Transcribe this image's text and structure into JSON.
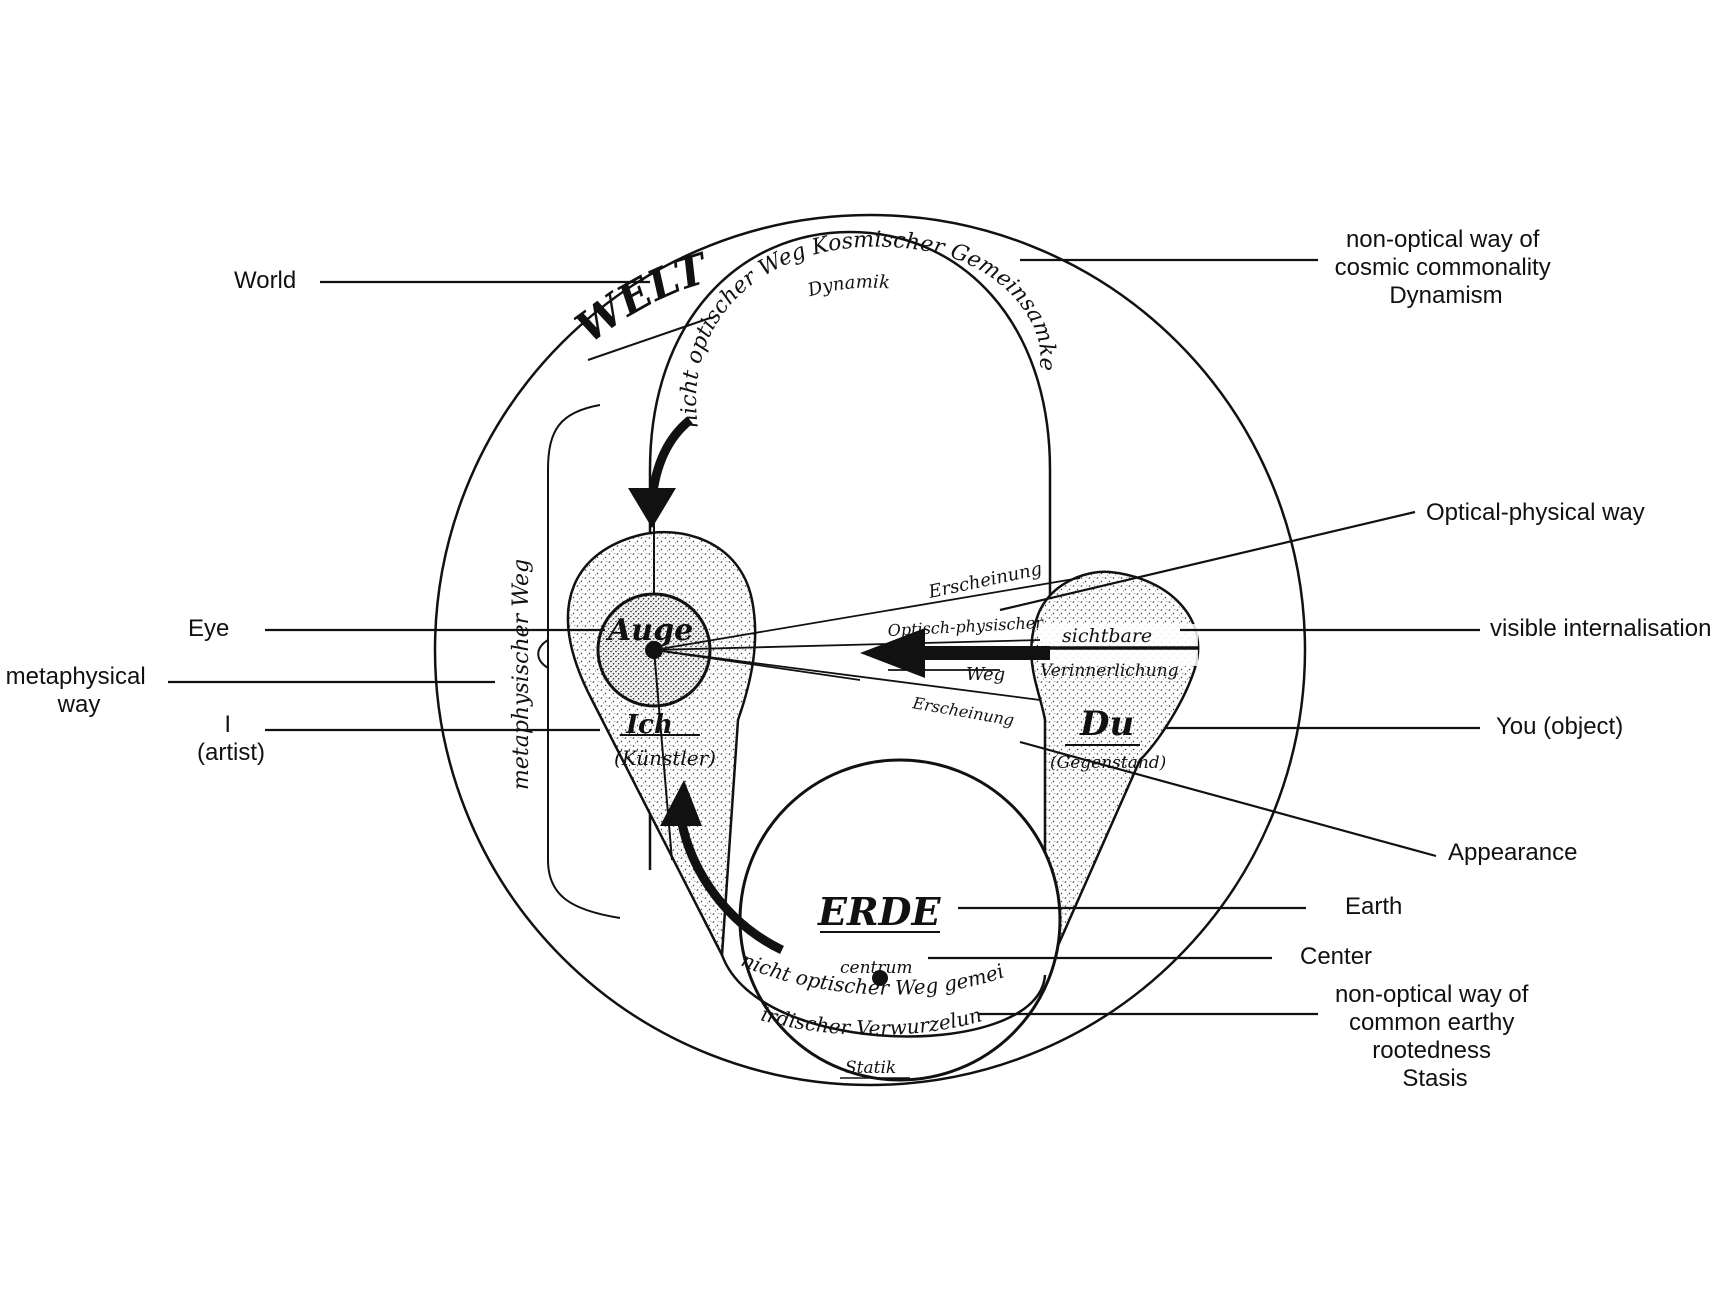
{
  "english_labels": {
    "world": "World",
    "cosmic": [
      "non-optical way of",
      "cosmic commonality",
      "Dynamism"
    ],
    "optical_way": "Optical-physical way",
    "eye": "Eye",
    "visible": "visible internalisation",
    "metaphysical": [
      "metaphysical",
      "way"
    ],
    "you": "You (object)",
    "i": [
      "I",
      "(artist)"
    ],
    "appearance": "Appearance",
    "earth": "Earth",
    "center": "Center",
    "earthy": [
      "non-optical way of",
      "common earthy",
      "rootedness",
      "Stasis"
    ]
  },
  "german_labels": {
    "welt": "WELT",
    "kosmisch": "nicht optischer Weg Kosmischer Gemeinsamkeit",
    "dynamik": "Dynamik",
    "auge": "Auge",
    "ich": "Ich",
    "kuenstler": "(Künstler)",
    "metaphysisch": "metaphysischer Weg",
    "erscheinung_top": "Erscheinung",
    "erscheinung_bottom": "Erscheinung",
    "optisch": "Optisch-physischer",
    "weg": "Weg",
    "sichtbare": "sichtbare",
    "verinnerlichung": "Verinnerlichung",
    "du": "Du",
    "gegenstand": "(Gegenstand)",
    "erde": "ERDE",
    "centrum": "centrum",
    "irdisch_1": "nicht optischer Weg gemeinsamer",
    "irdisch_2": "irdischer Verwurzelung",
    "statik": "Statik"
  }
}
